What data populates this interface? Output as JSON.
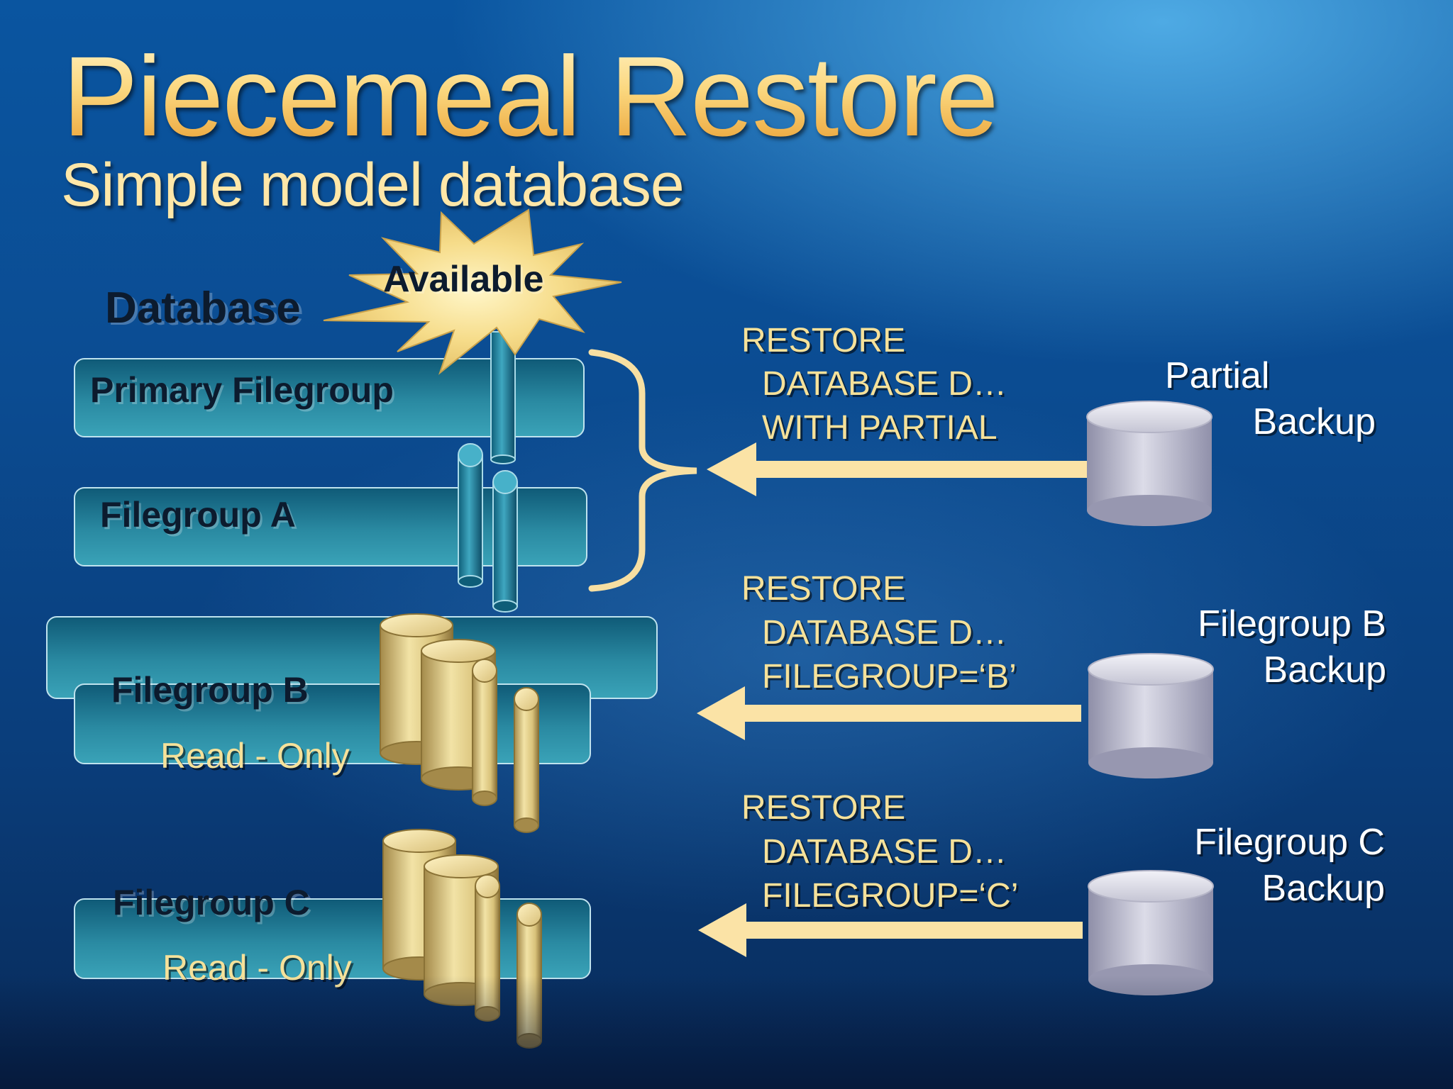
{
  "slide": {
    "title": "Piecemeal Restore",
    "subtitle": "Simple model database"
  },
  "database": {
    "label": "Database",
    "burst_label": "Available",
    "filegroups": [
      {
        "name": "Primary Filegroup",
        "note": ""
      },
      {
        "name": "Filegroup A",
        "note": ""
      },
      {
        "name": "Filegroup B",
        "note": "Read - Only"
      },
      {
        "name": "Filegroup C",
        "note": "Read - Only"
      }
    ]
  },
  "restores": [
    {
      "lines": [
        "RESTORE",
        "DATABASE D…",
        "WITH PARTIAL"
      ],
      "backup_lines": [
        "Partial",
        "Backup"
      ]
    },
    {
      "lines": [
        "RESTORE",
        "DATABASE D…",
        "FILEGROUP=‘B’"
      ],
      "backup_lines": [
        "Filegroup B",
        "Backup"
      ]
    },
    {
      "lines": [
        "RESTORE",
        "DATABASE D…",
        "FILEGROUP=‘C’"
      ],
      "backup_lines": [
        "Filegroup C",
        "Backup"
      ]
    }
  ],
  "colors": {
    "background": "#0b4c92",
    "title": "#fbd77e",
    "filegroup_fill": "#2b8fa6",
    "arrow": "#fbe3a6",
    "disk_gold": "#e9d58e",
    "disk_silver": "#c9c9d8"
  },
  "icons": [
    "starburst-icon",
    "cylinder-icon",
    "disk-icon",
    "arrow-left-icon",
    "brace-icon"
  ]
}
